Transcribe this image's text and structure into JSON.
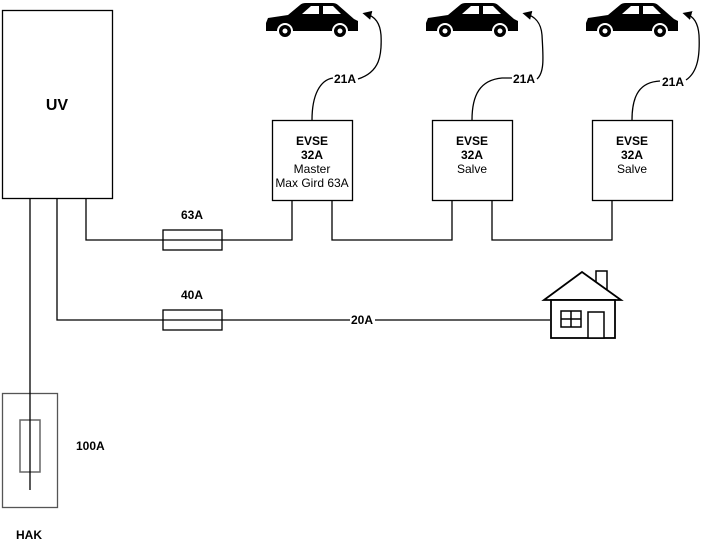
{
  "diagram": {
    "distribution_board": {
      "label": "UV"
    },
    "main_connection": {
      "label": "HAK",
      "fuse_rating": "100A"
    },
    "ev_circuit_fuse": {
      "rating": "63A"
    },
    "house_circuit_fuse": {
      "rating": "40A"
    },
    "house_load": {
      "current": "20A",
      "icon": "house-icon"
    },
    "evse_units": [
      {
        "title": "EVSE",
        "rating": "32A",
        "role": "Master",
        "note": "Max Gird 63A",
        "car_current": "21A",
        "icon": "car-icon"
      },
      {
        "title": "EVSE",
        "rating": "32A",
        "role": "Salve",
        "note": "",
        "car_current": "21A",
        "icon": "car-icon"
      },
      {
        "title": "EVSE",
        "rating": "32A",
        "role": "Salve",
        "note": "",
        "car_current": "21A",
        "icon": "car-icon"
      }
    ]
  }
}
